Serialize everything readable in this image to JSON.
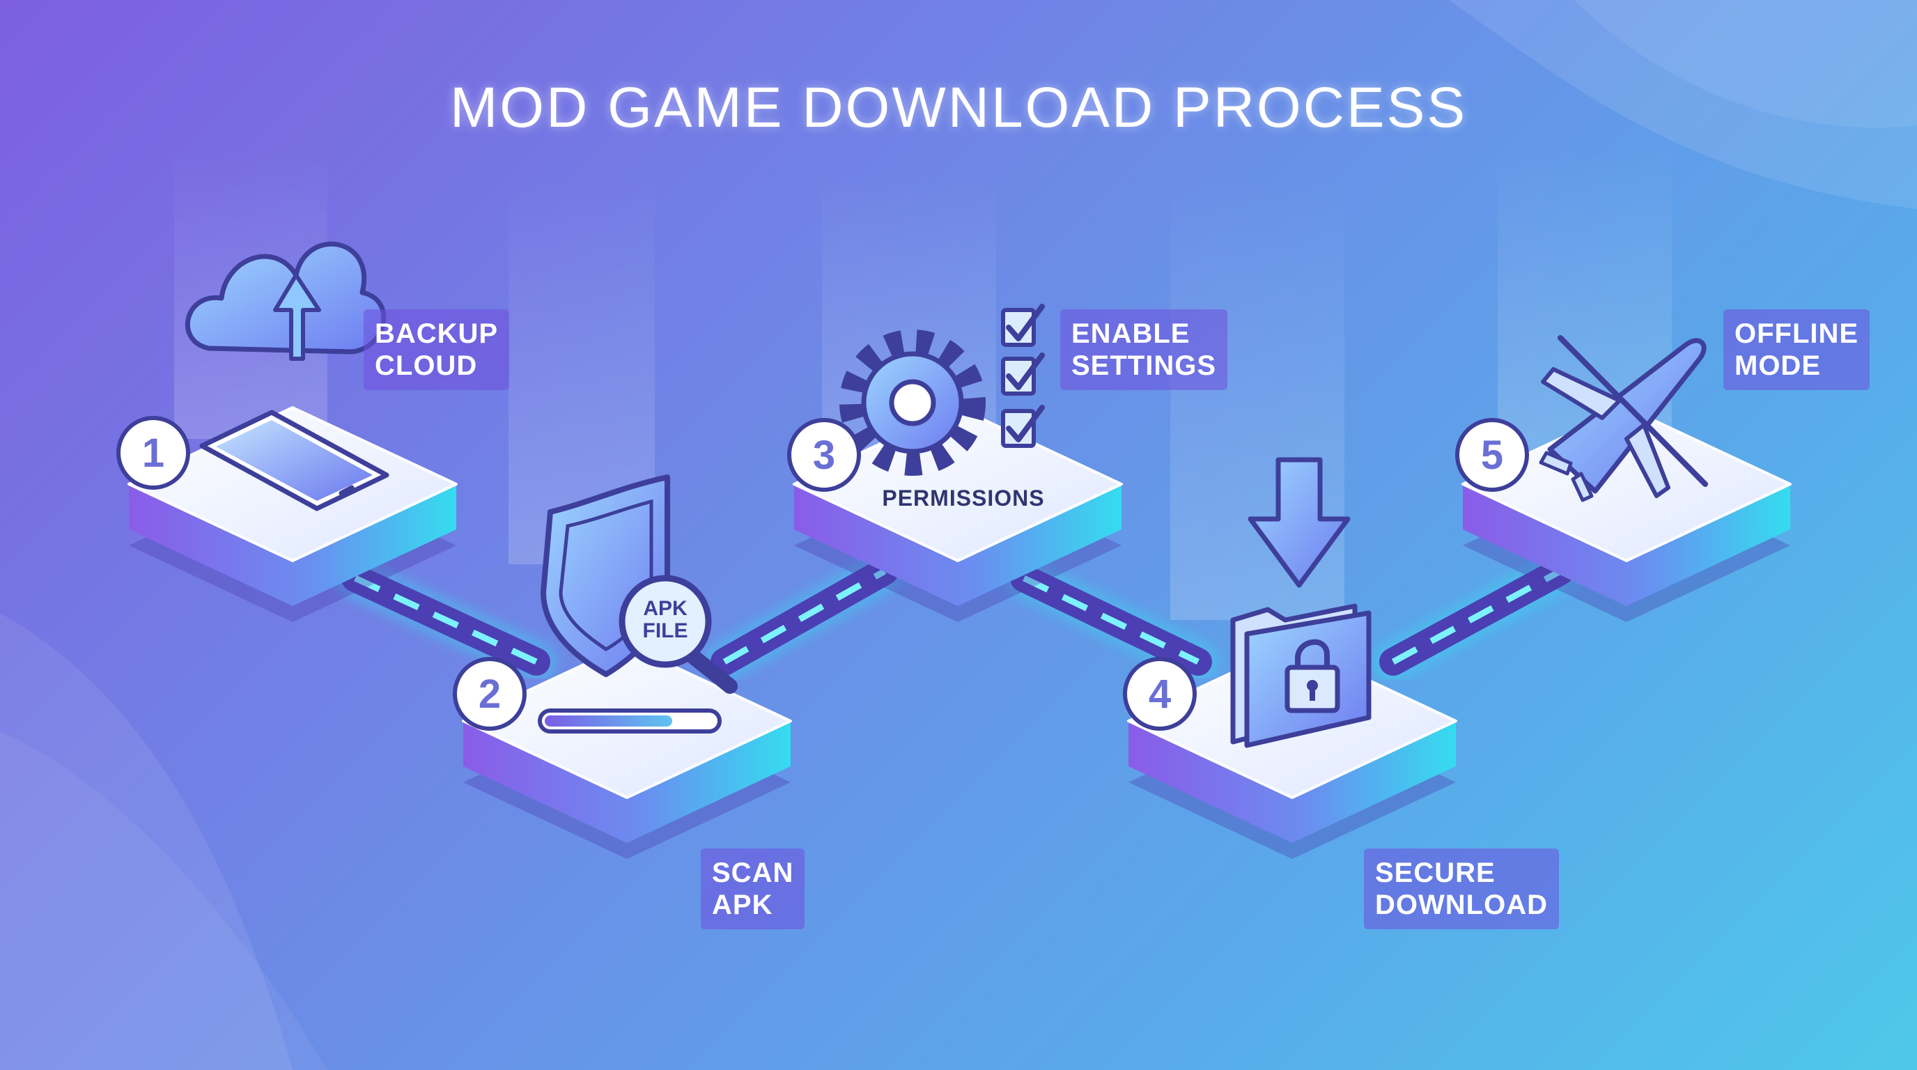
{
  "title": "MOD GAME DOWNLOAD PROCESS",
  "steps": [
    {
      "number": "1",
      "label_line1": "BACKUP",
      "label_line2": "CLOUD",
      "icon": "smartphone-cloud-upload-icon"
    },
    {
      "number": "2",
      "label_line1": "SCAN",
      "label_line2": "APK",
      "icon": "shield-magnifier-icon",
      "magnifier_line1": "APK",
      "magnifier_line2": "FILE",
      "progress": 0.75
    },
    {
      "number": "3",
      "label_line1": "ENABLE",
      "label_line2": "SETTINGS",
      "icon": "gear-checklist-icon",
      "caption": "PERMISSIONS"
    },
    {
      "number": "4",
      "label_line1": "SECURE",
      "label_line2": "DOWNLOAD",
      "icon": "locked-folder-download-icon"
    },
    {
      "number": "5",
      "label_line1": "OFFLINE",
      "label_line2": "MODE",
      "icon": "airplane-crossed-icon"
    }
  ],
  "colors": {
    "accent": "#7b5ce6",
    "cyan": "#35e0f0",
    "platform_top": "#eef3ff",
    "line": "#3d3f9a"
  }
}
